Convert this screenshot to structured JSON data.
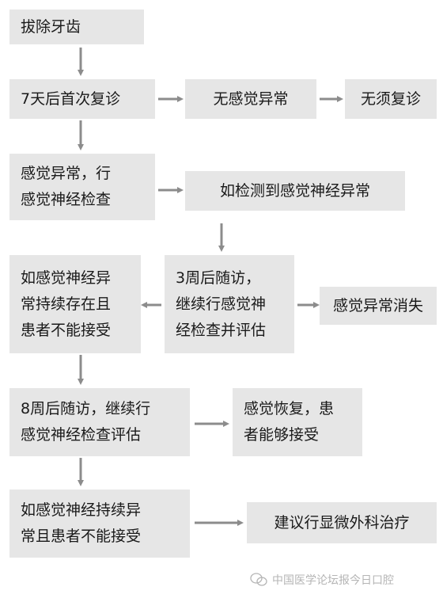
{
  "nodes": {
    "extract": "拔除牙齿",
    "first_visit": "7天后首次复诊",
    "no_abnormal": "无感觉异常",
    "no_revisit": "无须复诊",
    "abnormal_exam": [
      "感觉异常，行",
      "感觉神经检查"
    ],
    "detected_abnormal": "如检测到感觉神经异常",
    "week3_followup": [
      "3周后随访，",
      "继续行感觉神",
      "经检查并评估"
    ],
    "abnormal_resolved": "感觉异常消失",
    "persist_unacceptable_1": [
      "如感觉神经异",
      "常持续存在且",
      "患者不能接受"
    ],
    "week8_followup": [
      "8周后随访，继续行",
      "感觉神经检查评估"
    ],
    "recovered": [
      "感觉恢复，患",
      "者能够接受"
    ],
    "persist_unacceptable_2": [
      "如感觉神经持续异",
      "常且患者不能接受"
    ],
    "microsurgery": "建议行显微外科治疗"
  },
  "watermark": "中国医学论坛报今日口腔"
}
